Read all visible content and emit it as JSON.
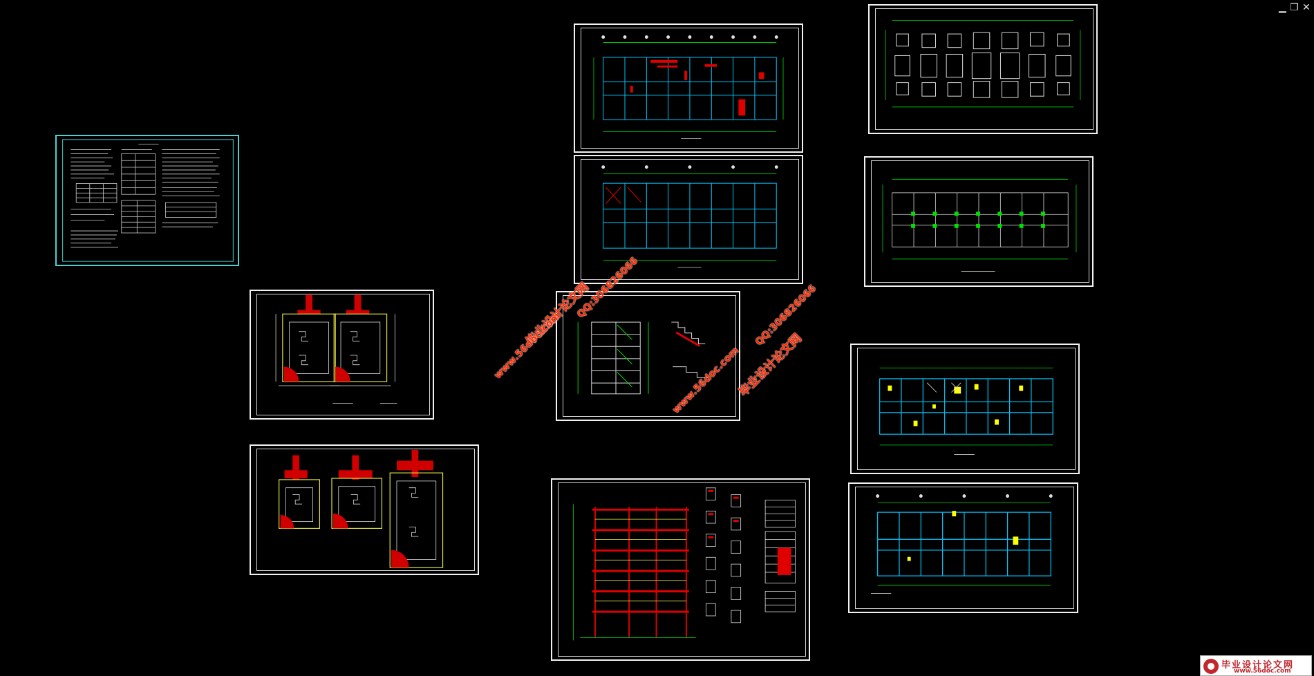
{
  "window": {
    "controls": [
      {
        "name": "minimize-icon",
        "glyph": "▁"
      },
      {
        "name": "restore-icon",
        "glyph": "❐"
      },
      {
        "name": "close-icon",
        "glyph": "✕"
      }
    ]
  },
  "colors": {
    "background": "#000000",
    "frame": "#f2f2f2",
    "grid": "#00c8ff",
    "axis": "#00e000",
    "rebar": "#e00000",
    "highlight": "#ffff00",
    "watermark": "#ff2a00"
  },
  "watermarks": [
    {
      "name": "watermark-site-title-1",
      "text": "毕业设计论文网"
    },
    {
      "name": "watermark-url-1",
      "text": "www.56doc.com"
    },
    {
      "name": "watermark-qq-1",
      "text": "QQ:306826066"
    },
    {
      "name": "watermark-site-title-2",
      "text": "毕业设计论文网"
    },
    {
      "name": "watermark-url-2",
      "text": "www.56doc.com"
    },
    {
      "name": "watermark-qq-2",
      "text": "QQ:306826066"
    }
  ],
  "badge": {
    "title": "毕业设计论文网",
    "url": "www.56doc.com"
  }
}
